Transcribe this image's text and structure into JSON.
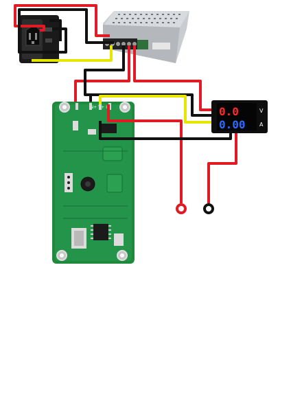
{
  "diagram": {
    "components": {
      "ac_inlet": {
        "icon": "power-inlet-icon"
      },
      "power_supply": {
        "icon": "psu-module-icon"
      },
      "voltmeter_ammeter": {
        "voltage_reading": "0.0",
        "current_reading": "0.00",
        "voltage_unit": "V",
        "current_unit": "A",
        "voltage_color": "#ff2a2a",
        "current_color": "#2a6bff"
      },
      "converter_board": {
        "icon": "pcb-board-icon",
        "silk_label": "IN+  V+  I+"
      },
      "output_terminals": [
        {
          "name": "positive",
          "color": "#e01b24"
        },
        {
          "name": "negative",
          "color": "#111111"
        }
      ]
    },
    "wire_colors": {
      "red": "#e01b24",
      "black": "#111111",
      "yellow": "#e6e600"
    }
  }
}
